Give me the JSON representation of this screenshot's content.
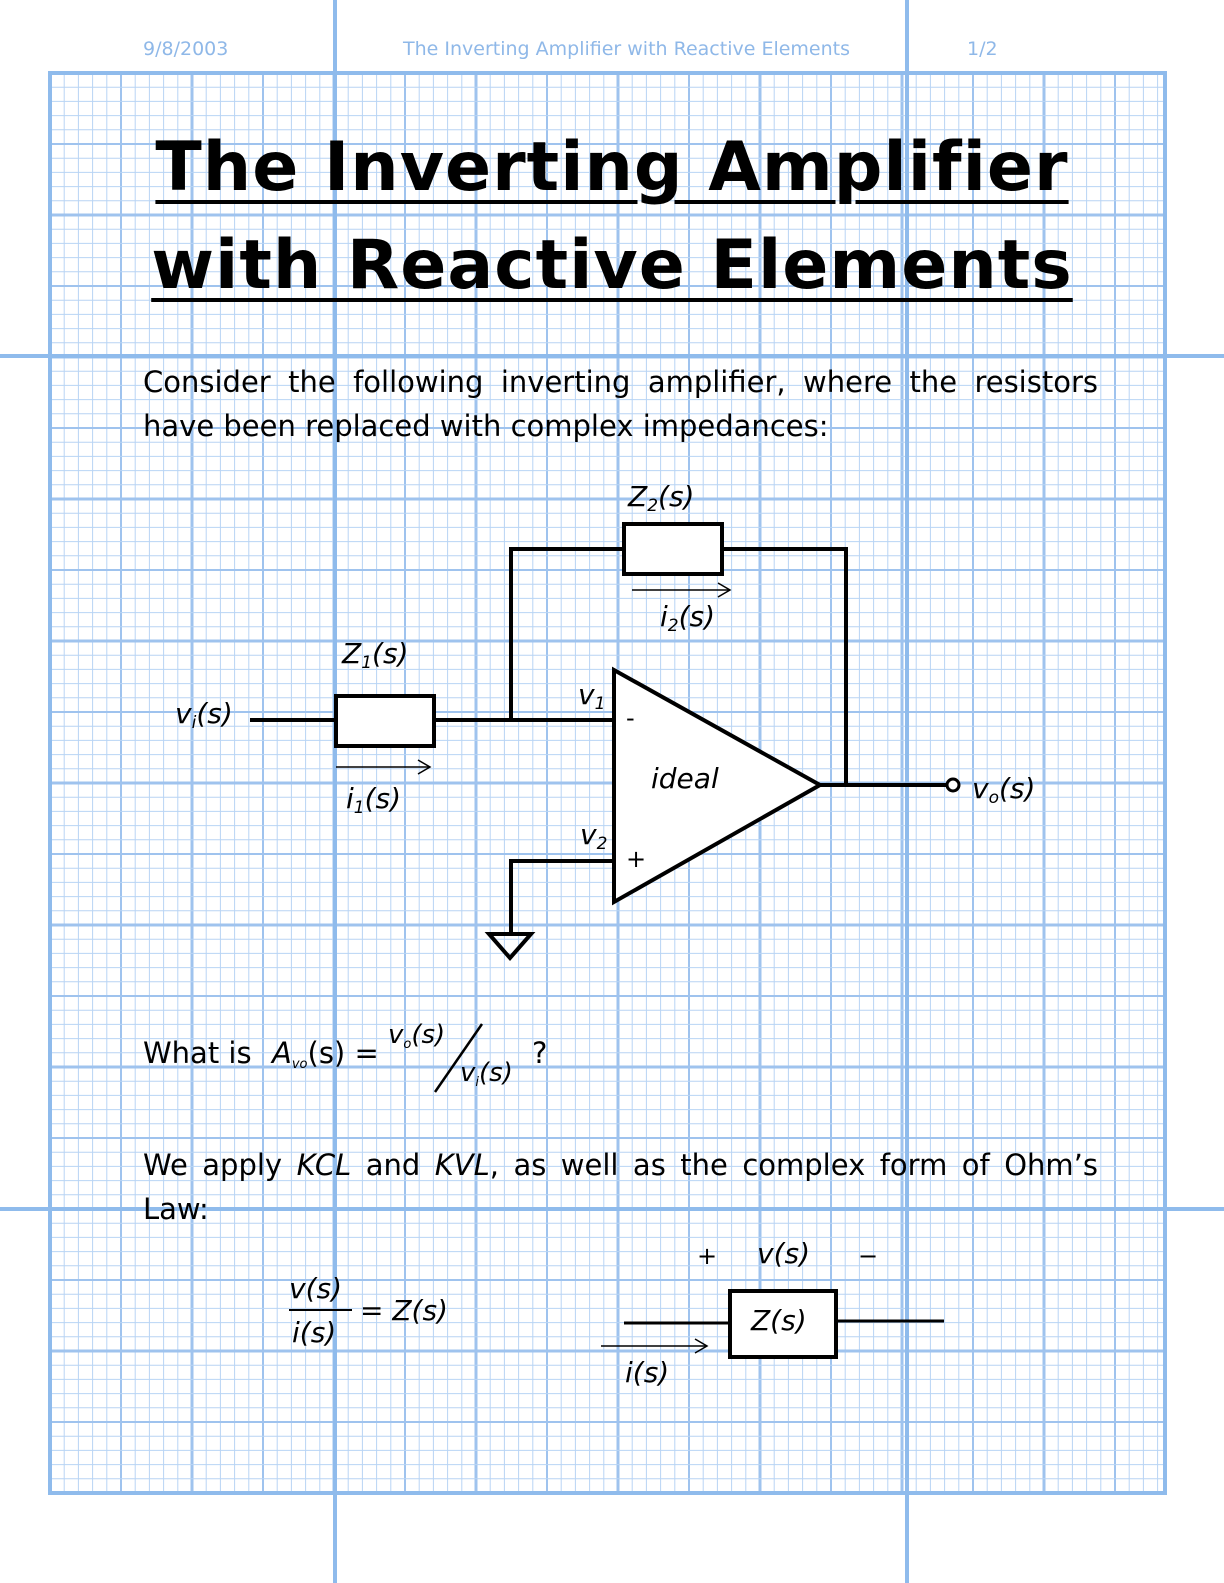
{
  "header": {
    "date": "9/8/2003",
    "title": "The Inverting Amplifier with Reactive Elements",
    "page": "1/2"
  },
  "title": {
    "line1": "The Inverting Amplifier",
    "line2": "with Reactive Elements"
  },
  "intro": "Consider the following inverting amplifier, where the resistors have been replaced with complex impedances:",
  "circuit": {
    "z2": "Z",
    "z2_sub": "2",
    "z2_arg": "(s)",
    "i2": "i",
    "i2_sub": "2",
    "i2_arg": "(s)",
    "z1": "Z",
    "z1_sub": "1",
    "z1_arg": "(s)",
    "i1": "i",
    "i1_sub": "1",
    "i1_arg": "(s)",
    "vi": "v",
    "vi_sub": "i",
    "vi_arg": "(s)",
    "v1": "v",
    "v1_sub": "1",
    "v2": "v",
    "v2_sub": "2",
    "minus": "-",
    "plus": "+",
    "ideal": "ideal",
    "vo": "v",
    "vo_sub": "o",
    "vo_arg": "(s)"
  },
  "question": {
    "prefix": "What is",
    "A": "A",
    "A_sub": "vo",
    "A_arg": "(s) =",
    "num": "v",
    "num_sub": "o",
    "num_arg": "(s)",
    "den": "v",
    "den_sub": "i",
    "den_arg": "(s)",
    "suffix": "?"
  },
  "kcl": {
    "t1": "We apply ",
    "kcl": "KCL",
    "t2": " and ",
    "kvl": "KVL",
    "t3": ", as well as the complex form of Ohm’s Law:"
  },
  "ohm": {
    "num": "v(s)",
    "den": "i(s)",
    "rhs": "= Z(s)"
  },
  "element": {
    "plus": "+",
    "v": "v(s)",
    "minus": "−",
    "z": "Z(s)",
    "i": "i(s)"
  }
}
